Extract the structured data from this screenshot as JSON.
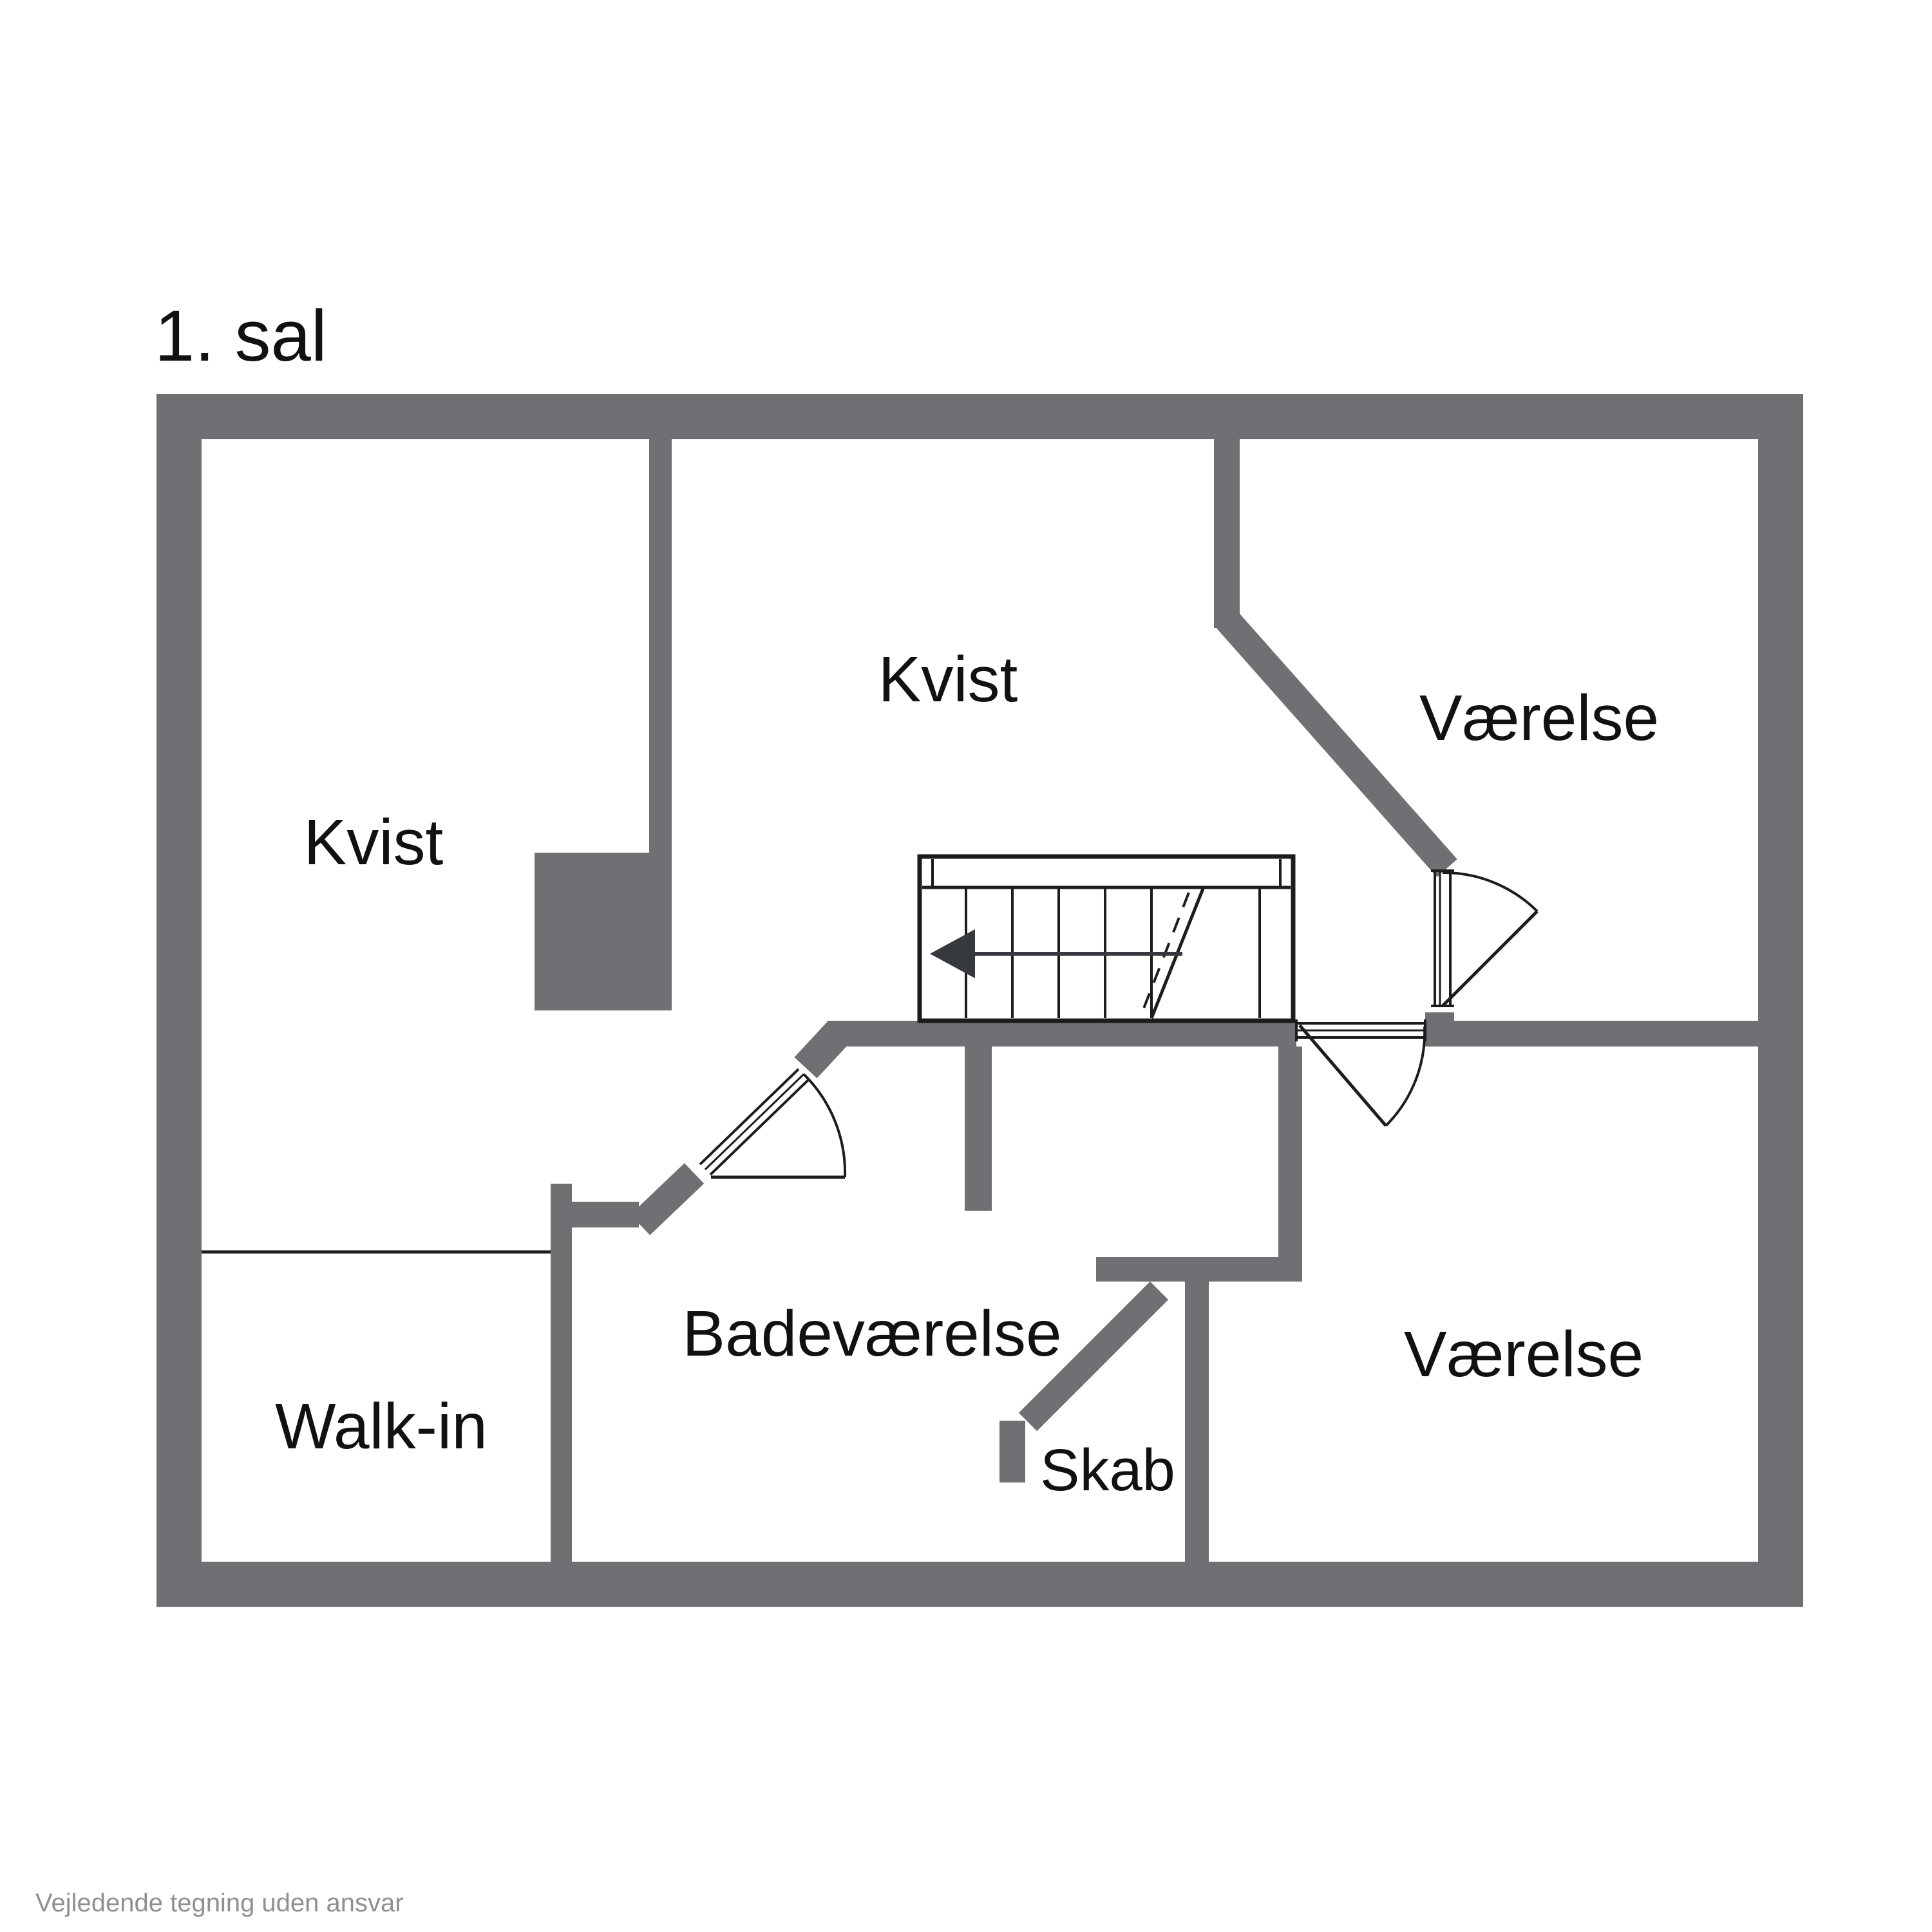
{
  "title": "1. sal",
  "footer": "Vejledende tegning uden ansvar",
  "colors": {
    "background": "#ffffff",
    "wall": "#6e7073",
    "outline": "#1c1c1c",
    "label": "#111111",
    "arrow": "#36393d",
    "footer_text": "#8e9093"
  },
  "rooms": [
    {
      "id": "kvist-left",
      "label": "Kvist"
    },
    {
      "id": "kvist-middle",
      "label": "Kvist"
    },
    {
      "id": "vaerelse-top-right",
      "label": "Værelse"
    },
    {
      "id": "badevaerelse",
      "label": "Badeværelse"
    },
    {
      "id": "walk-in",
      "label": "Walk-in"
    },
    {
      "id": "skab",
      "label": "Skab"
    },
    {
      "id": "vaerelse-bottom-right",
      "label": "Værelse"
    }
  ],
  "stairs": {
    "direction_arrow": "left",
    "tread_lines": 5,
    "winder_break_line": "dashed-diagonal"
  },
  "doors": [
    {
      "id": "door-badevaerelse",
      "type": "swing",
      "wall": "diagonal-hall-wall"
    },
    {
      "id": "door-vaerelse-bottom",
      "type": "swing",
      "wall": "corridor-wall"
    },
    {
      "id": "door-vaerelse-top",
      "type": "swing",
      "wall": "dormer-diagonal-wall"
    }
  ]
}
